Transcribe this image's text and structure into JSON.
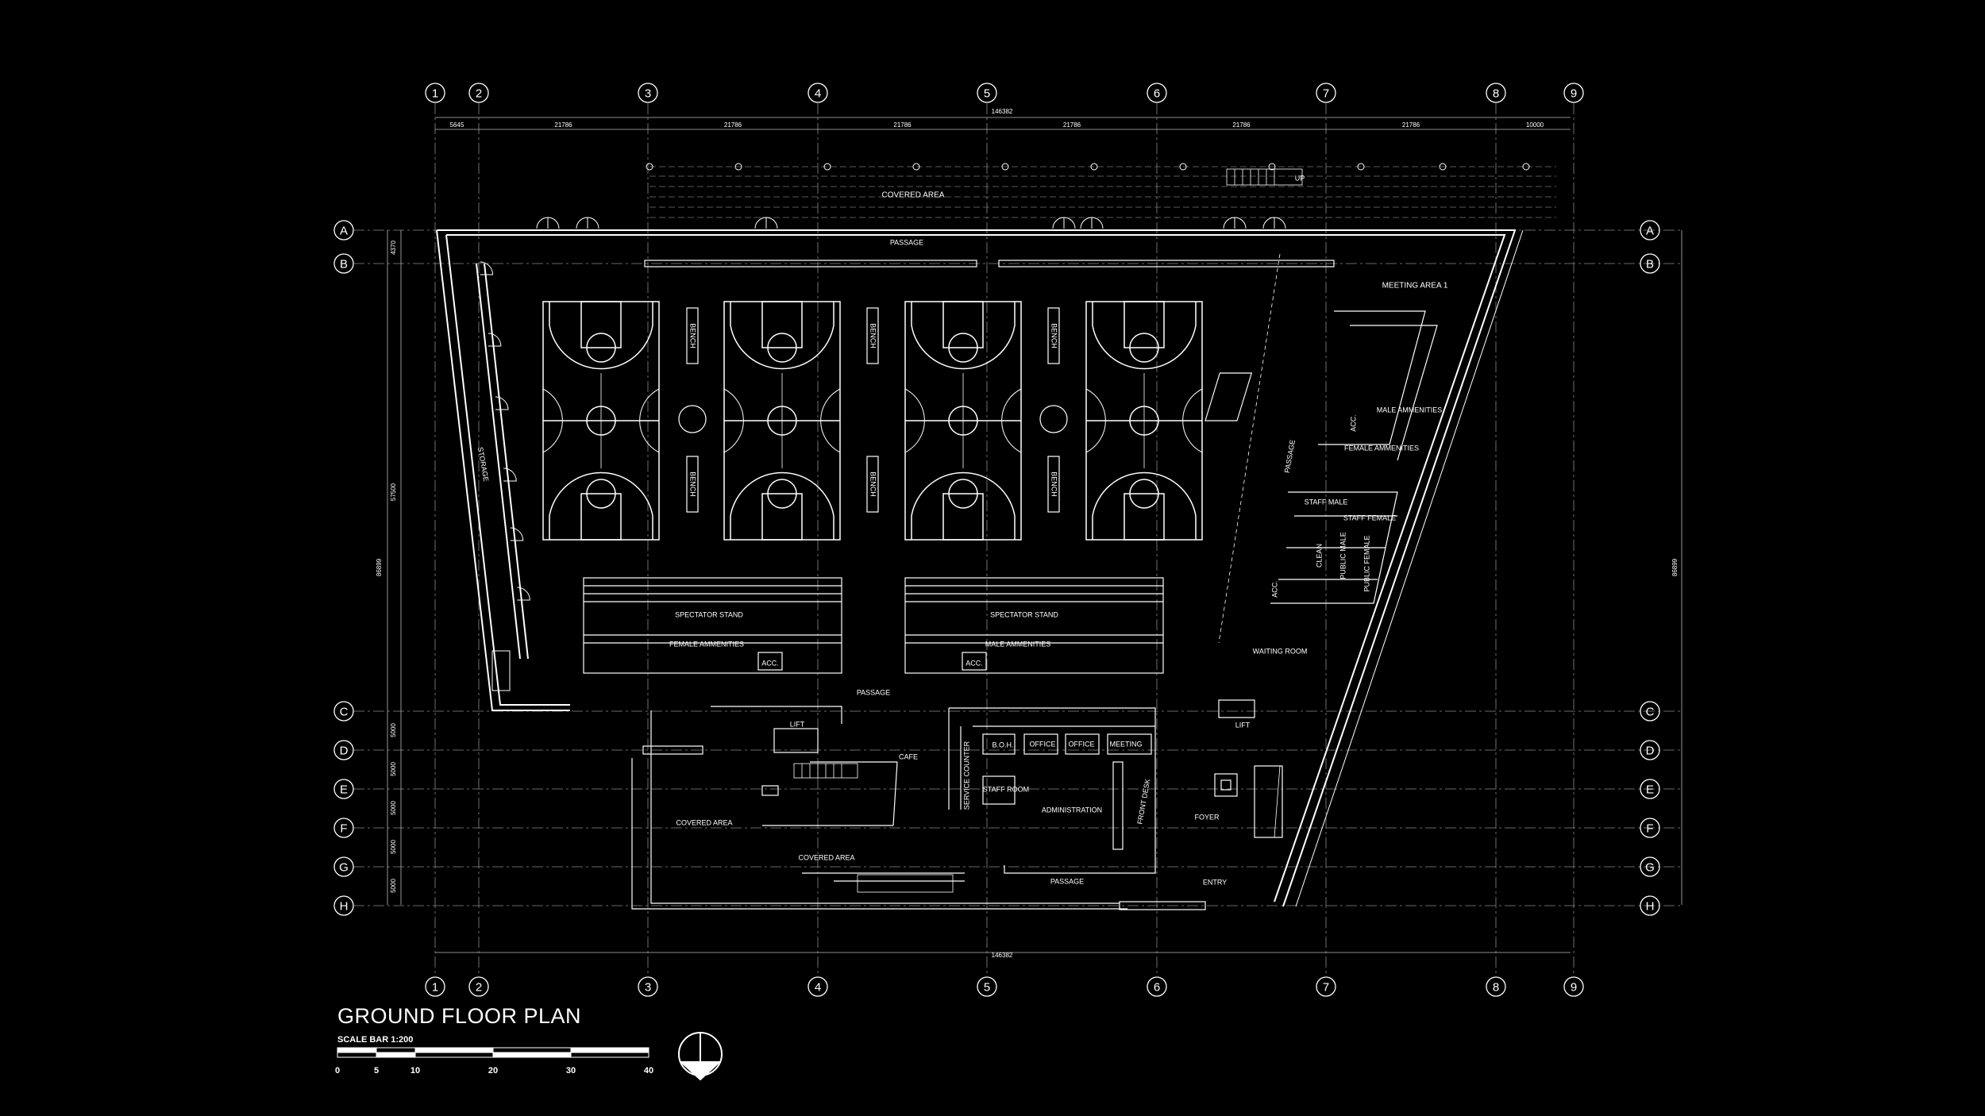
{
  "title": "GROUND FLOOR PLAN",
  "scale_label": "SCALE BAR 1:200",
  "scale_ticks": [
    "0",
    "5",
    "10",
    "20",
    "30",
    "40"
  ],
  "grid_columns": [
    "1",
    "2",
    "3",
    "4",
    "5",
    "6",
    "7",
    "8",
    "9"
  ],
  "grid_rows": [
    "A",
    "B",
    "C",
    "D",
    "E",
    "F",
    "G",
    "H"
  ],
  "dimensions": {
    "overall_top": "146382",
    "overall_bottom": "146382",
    "bays": [
      "5645",
      "21786",
      "21786",
      "21786",
      "21786",
      "21786",
      "21786",
      "10000"
    ],
    "row_ab": "4370",
    "row_bc": "57500",
    "row_cd": "5000",
    "row_de": "5000",
    "row_ef": "5000",
    "row_fg": "5000",
    "row_gh": "5000",
    "overall_left": "86899",
    "overall_right": "86899"
  },
  "rooms": {
    "covered_area_top": "COVERED AREA",
    "passage_top": "PASSAGE",
    "meeting_area": "MEETING AREA 1",
    "storage": "STORAGE",
    "bench": "BENCH",
    "spectator_stand": "SPECTATOR STAND",
    "female_amenities": "FEMALE AMMENITIES",
    "male_amenities": "MALE AMMENITIES",
    "acc": "ACC.",
    "passage_mid": "PASSAGE",
    "waiting_room": "WAITING ROOM",
    "lift": "LIFT",
    "cafe": "CAFE",
    "covered_area_left": "COVERED AREA",
    "covered_area_bottom": "COVERED AREA",
    "service_counter": "SERVICE COUNTER",
    "boh": "B.O.H.",
    "office": "OFFICE",
    "meeting": "MEETING",
    "staff_room": "STAFF ROOM",
    "administration": "ADMINISTRATION",
    "front_desk": "FRONT DESK",
    "foyer": "FOYER",
    "entry": "ENTRY",
    "passage_bottom": "PASSAGE",
    "passage_right": "PASSAGE",
    "female_amenities_right": "FEMALE AMMENITIES",
    "male_amenities_right": "MALE AMMENITIES",
    "staff_male": "STAFF MALE",
    "staff_female": "STAFF FEMALE",
    "clean": "CLEAN",
    "public_male": "PUBLIC MALE",
    "public_female": "PUBLIC FEMALE",
    "up": "UP"
  },
  "colors": {
    "background": "#000000",
    "line": "#ffffff",
    "dim_line": "#9a9a9a"
  }
}
